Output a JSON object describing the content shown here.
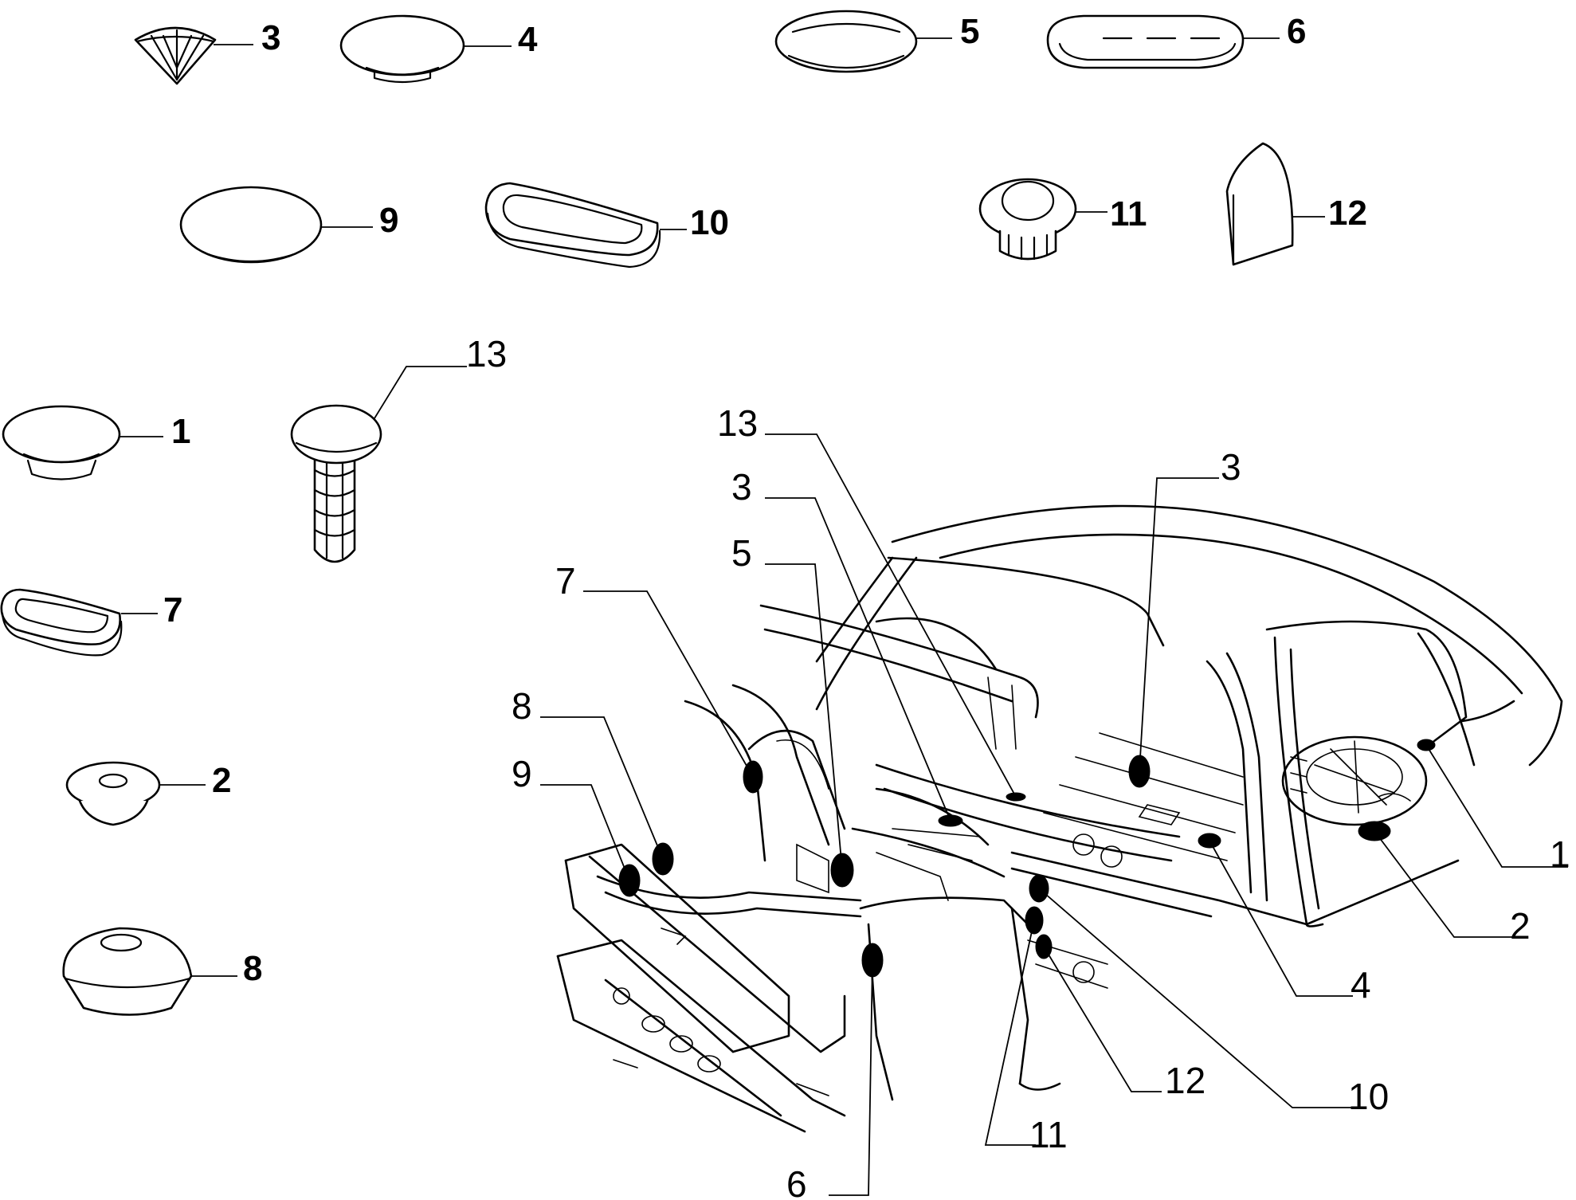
{
  "parts_labels": {
    "p1": "1",
    "p2": "2",
    "p3": "3",
    "p4": "4",
    "p5": "5",
    "p6": "6",
    "p7": "7",
    "p8": "8",
    "p9": "9",
    "p10": "10",
    "p11": "11",
    "p12": "12",
    "p13": "13"
  },
  "callout_labels": {
    "c13": "13",
    "c3a": "3",
    "c5": "5",
    "c7": "7",
    "c8": "8",
    "c9": "9",
    "c3b": "3",
    "c1": "1",
    "c2": "2",
    "c4": "4",
    "c10": "10",
    "c12": "12",
    "c11": "11",
    "c6": "6"
  }
}
